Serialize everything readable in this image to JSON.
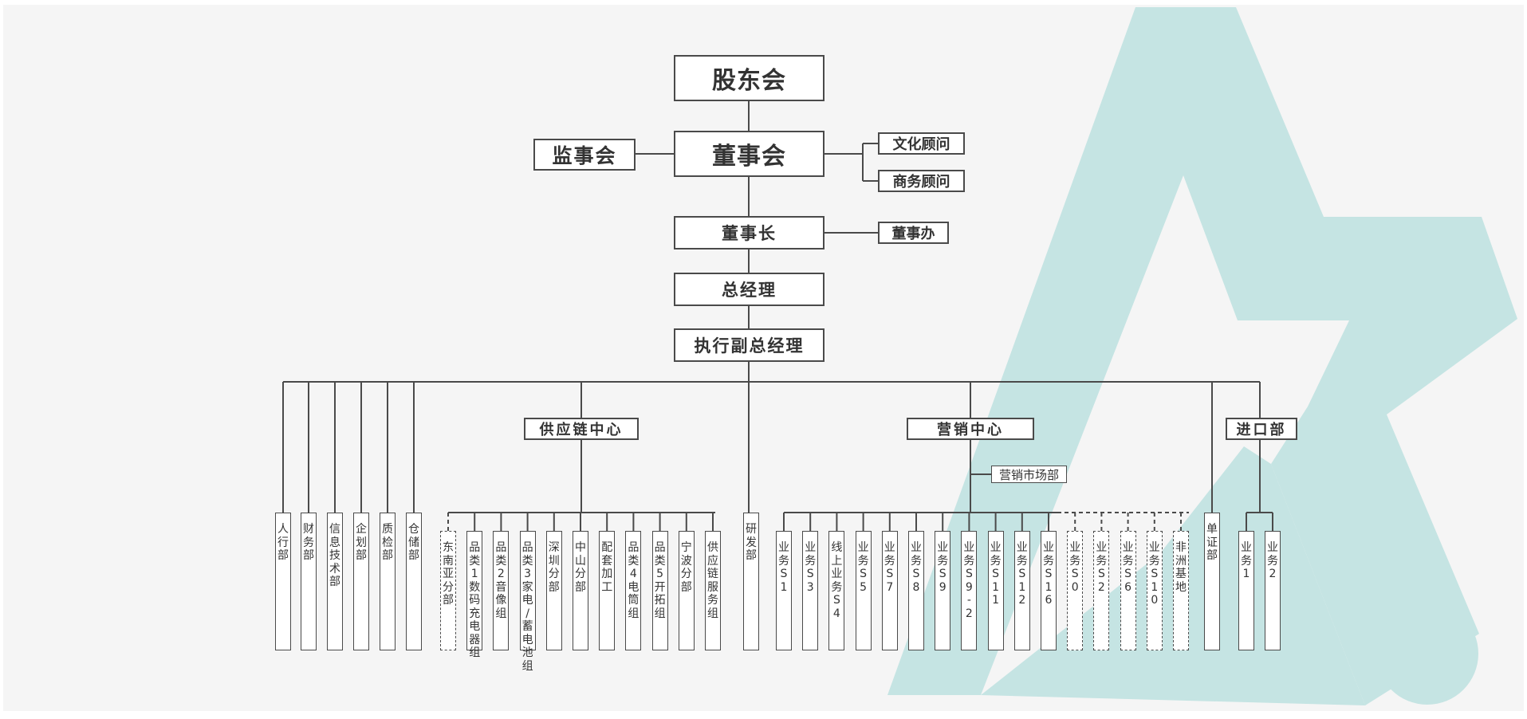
{
  "colors": {
    "line": "#4a4a4a",
    "text": "#333333",
    "background": "#f5f5f5",
    "watermark": "#c5e4e3"
  },
  "logo": "star-logo-watermark",
  "top_nodes": {
    "shareholders": "股东会",
    "board": "董事会",
    "supervisors": "监事会",
    "culture_advisor": "文化顾问",
    "business_advisor": "商务顾问",
    "chairman": "董事长",
    "chairman_office": "董事办",
    "general_manager": "总经理",
    "executive_vp": "执行副总经理"
  },
  "centers": {
    "supply_chain": "供应链中心",
    "marketing": "营销中心",
    "marketing_dept": "营销市场部",
    "import": "进口部"
  },
  "departments": {
    "admin": [
      "人",
      "行",
      "部"
    ],
    "finance": [
      "财务部"
    ],
    "it": [
      "信息技术部"
    ],
    "planning": [
      "企划部"
    ],
    "qc": [
      "质检部"
    ],
    "warehouse": [
      "仓储部"
    ],
    "rnd": [
      "研发部"
    ],
    "certificate": [
      "单证部"
    ]
  },
  "supply_units": [
    {
      "label": "东南亚分部",
      "dashed": true
    },
    {
      "label": "品类1数码充电器组",
      "dashed": false
    },
    {
      "label": "品类2音像组",
      "dashed": false
    },
    {
      "label": "品类3家电/蓄电池组",
      "dashed": false
    },
    {
      "label": "深圳分部",
      "dashed": false
    },
    {
      "label": "中山分部",
      "dashed": false
    },
    {
      "label": "配套加工",
      "dashed": false
    },
    {
      "label": "品类4电筒组",
      "dashed": false
    },
    {
      "label": "品类5开拓组",
      "dashed": false
    },
    {
      "label": "宁波分部",
      "dashed": false
    },
    {
      "label": "供应链服务组",
      "dashed": false
    }
  ],
  "marketing_units": [
    {
      "label": "业务S1",
      "dashed": false
    },
    {
      "label": "业务S3",
      "dashed": false
    },
    {
      "label": "线上业务S4",
      "dashed": false
    },
    {
      "label": "业务S5",
      "dashed": false
    },
    {
      "label": "业务S7",
      "dashed": false
    },
    {
      "label": "业务S8",
      "dashed": false
    },
    {
      "label": "业务S9",
      "dashed": false
    },
    {
      "label": "业务S9-2",
      "dashed": false
    },
    {
      "label": "业务S11",
      "dashed": false
    },
    {
      "label": "业务S12",
      "dashed": false
    },
    {
      "label": "业务S16",
      "dashed": false
    },
    {
      "label": "业务S0",
      "dashed": true
    },
    {
      "label": "业务S2",
      "dashed": true
    },
    {
      "label": "业务S6",
      "dashed": true
    },
    {
      "label": "业务S10",
      "dashed": true
    },
    {
      "label": "非洲基地",
      "dashed": true
    }
  ],
  "import_units": [
    {
      "label": "业务1",
      "dashed": false
    },
    {
      "label": "业务2",
      "dashed": false
    }
  ]
}
